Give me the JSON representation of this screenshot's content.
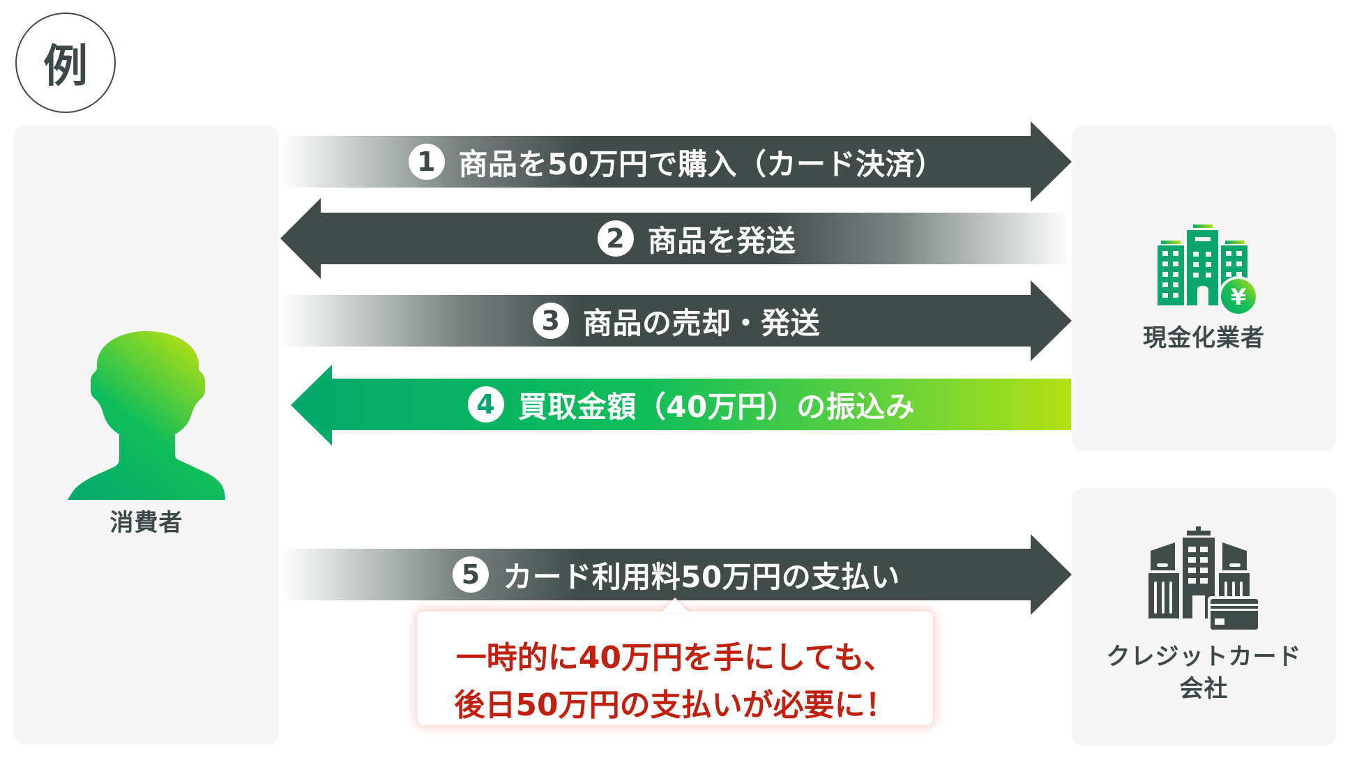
{
  "badge": {
    "label": "例"
  },
  "actors": {
    "consumer": {
      "label": "消費者",
      "icon": "person-silhouette-icon"
    },
    "cashing_business": {
      "label": "現金化業者",
      "icon": "buildings-yen-icon"
    },
    "card_company": {
      "label_line1": "クレジットカード",
      "label_line2": "会社",
      "icon": "buildings-credit-card-icon"
    }
  },
  "flows": [
    {
      "number": "1",
      "text": "商品を50万円で購入（カード決済）",
      "direction": "right",
      "from": "消費者",
      "to": "現金化業者",
      "style": "dark"
    },
    {
      "number": "2",
      "text": "商品を発送",
      "direction": "left",
      "from": "現金化業者",
      "to": "消費者",
      "style": "dark"
    },
    {
      "number": "3",
      "text": "商品の売却・発送",
      "direction": "right",
      "from": "消費者",
      "to": "現金化業者",
      "style": "dark"
    },
    {
      "number": "4",
      "text": "買取金額（40万円）の振込み",
      "direction": "left",
      "from": "現金化業者",
      "to": "消費者",
      "style": "green"
    },
    {
      "number": "5",
      "text": "カード利用料50万円の支払い",
      "direction": "right",
      "from": "消費者",
      "to": "クレジットカード会社",
      "style": "dark"
    }
  ],
  "callout": {
    "line1": "一時的に40万円を手にしても、",
    "line2": "後日50万円の支払いが必要に！"
  },
  "colors": {
    "dark_arrow": "#414b4a",
    "green_start": "#03a86c",
    "green_end": "#b4e012",
    "panel_bg": "#f4f5f4",
    "text_dark": "#3d4948",
    "callout_red": "#c0200f"
  }
}
